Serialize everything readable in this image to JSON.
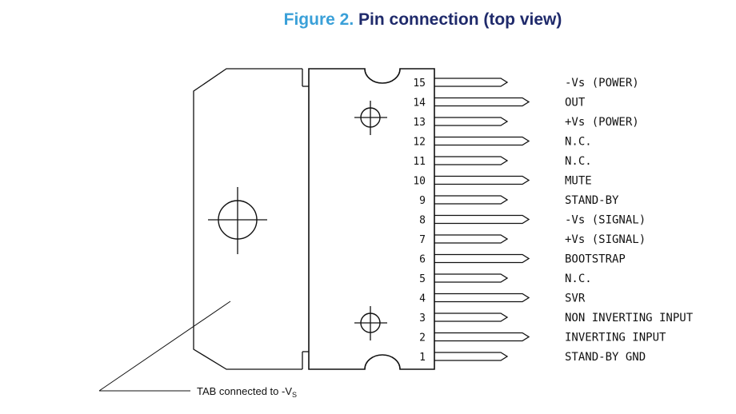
{
  "figure": {
    "label": "Figure 2.",
    "caption": "Pin connection (top view)"
  },
  "pins": [
    {
      "number": "15",
      "name": "-Vs (POWER)",
      "lead": "short"
    },
    {
      "number": "14",
      "name": "OUT",
      "lead": "long"
    },
    {
      "number": "13",
      "name": "+Vs (POWER)",
      "lead": "short"
    },
    {
      "number": "12",
      "name": "N.C.",
      "lead": "long"
    },
    {
      "number": "11",
      "name": "N.C.",
      "lead": "short"
    },
    {
      "number": "10",
      "name": "MUTE",
      "lead": "long"
    },
    {
      "number": "9",
      "name": "STAND-BY",
      "lead": "short"
    },
    {
      "number": "8",
      "name": "-Vs (SIGNAL)",
      "lead": "long"
    },
    {
      "number": "7",
      "name": "+Vs (SIGNAL)",
      "lead": "short"
    },
    {
      "number": "6",
      "name": "BOOTSTRAP",
      "lead": "long"
    },
    {
      "number": "5",
      "name": "N.C.",
      "lead": "short"
    },
    {
      "number": "4",
      "name": "SVR",
      "lead": "long"
    },
    {
      "number": "3",
      "name": "NON INVERTING INPUT",
      "lead": "short"
    },
    {
      "number": "2",
      "name": "INVERTING INPUT",
      "lead": "long"
    },
    {
      "number": "1",
      "name": "STAND-BY GND",
      "lead": "short"
    }
  ],
  "tab_note": {
    "text": "TAB connected to -V",
    "subscript": "S"
  },
  "colors": {
    "figure_label": "#3aa0d8",
    "figure_caption": "#1f2a6b",
    "line": "#111111"
  }
}
